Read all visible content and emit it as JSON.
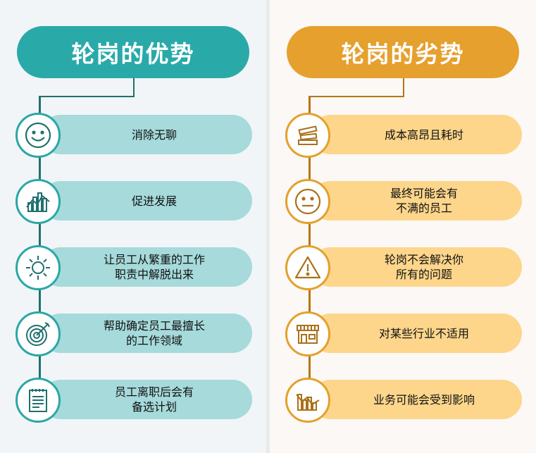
{
  "advantages": {
    "title": "轮岗的优势",
    "items": [
      {
        "icon": "smiley-icon",
        "text": "消除无聊"
      },
      {
        "icon": "bar-chart-icon",
        "text": "促进发展"
      },
      {
        "icon": "sun-icon",
        "text": "让员工从繁重的工作\n职责中解脱出来"
      },
      {
        "icon": "target-icon",
        "text": "帮助确定员工最擅长\n的工作领域"
      },
      {
        "icon": "notepad-icon",
        "text": "员工离职后会有\n备选计划"
      }
    ]
  },
  "disadvantages": {
    "title": "轮岗的劣势",
    "items": [
      {
        "icon": "stacked-bars-icon",
        "text": "成本高昂且耗时"
      },
      {
        "icon": "neutral-face-icon",
        "text": "最终可能会有\n不满的员工"
      },
      {
        "icon": "warning-icon",
        "text": "轮岗不会解决你\n所有的问题"
      },
      {
        "icon": "storefront-icon",
        "text": "对某些行业不适用"
      },
      {
        "icon": "bar-chart-icon",
        "text": "业务可能会受到影响"
      }
    ]
  },
  "colors": {
    "advantage_accent": "#29aaa9",
    "advantage_pill": "#a6dadb",
    "disadvantage_accent": "#e5a02d",
    "disadvantage_pill": "#fdd68b"
  }
}
